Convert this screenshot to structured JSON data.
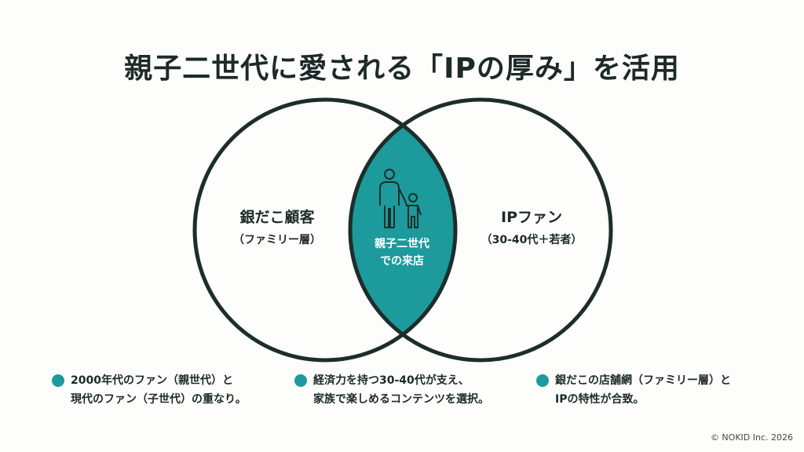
{
  "title": "親子二世代に愛される「IPの厚み」を活用",
  "left": {
    "main": "銀だこ顧客",
    "sub": "（ファミリー層）"
  },
  "right": {
    "main": "IPファン",
    "sub": "（30-40代＋若者）"
  },
  "center": {
    "line1": "親子二世代",
    "line2": "での来店",
    "icon": "parent-child-icon"
  },
  "notes": [
    {
      "line1": "2000年代のファン（親世代）と",
      "line2": "現代のファン（子世代）の重なり。"
    },
    {
      "line1": "経済力を持つ30-40代が支え、",
      "line2": "家族で楽しめるコンテンツを選択。"
    },
    {
      "line1": "銀だこの店舗網（ファミリー層）と",
      "line2": "IPの特性が合致。"
    }
  ],
  "copyright": "© NOKID Inc. 2026",
  "colors": {
    "accent": "#1c9a9c",
    "stroke": "#1d2e2a"
  }
}
